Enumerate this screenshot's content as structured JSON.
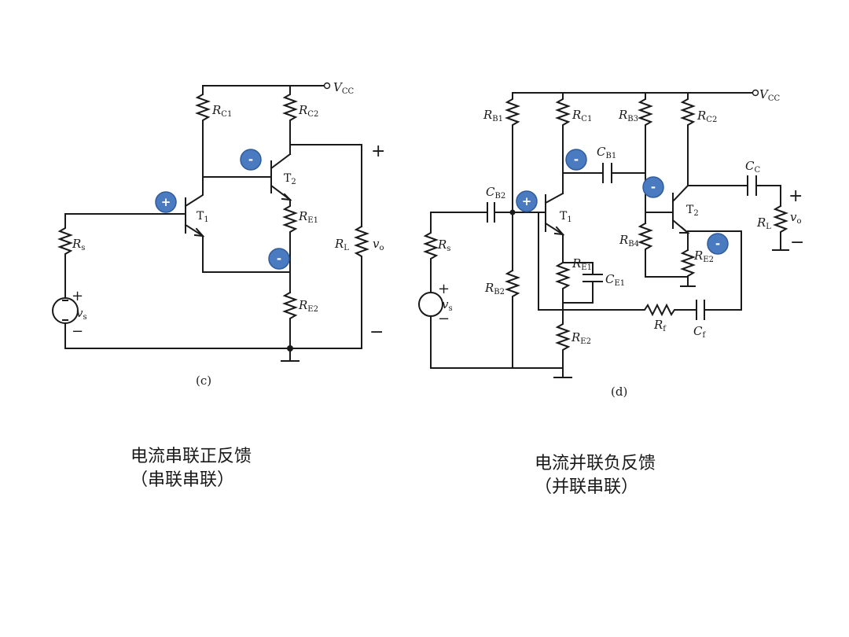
{
  "circuit_c": {
    "labels": {
      "vcc": "V",
      "vcc_sub": "CC",
      "rc1": "R",
      "rc1_sub": "C1",
      "rc2": "R",
      "rc2_sub": "C2",
      "t2": "T",
      "t2_sub": "2",
      "t1": "T",
      "t1_sub": "1",
      "re1": "R",
      "re1_sub": "E1",
      "re2": "R",
      "re2_sub": "E2",
      "rs": "R",
      "rs_sub": "s",
      "rl": "R",
      "rl_sub": "L",
      "vo": "v",
      "vo_sub": "o",
      "vs": "v",
      "vs_sub": "s",
      "plus_out": "+",
      "minus_out": "−",
      "plus_src": "+",
      "minus_src": "−",
      "fig": "(c)"
    },
    "markers": [
      "-",
      "+",
      "-"
    ],
    "caption_line1": "电流串联正反馈",
    "caption_line2": "（串联串联）"
  },
  "circuit_d": {
    "labels": {
      "vcc": "V",
      "vcc_sub": "CC",
      "rb1": "R",
      "rb1_sub": "B1",
      "rc1": "R",
      "rc1_sub": "C1",
      "rb3": "R",
      "rb3_sub": "B3",
      "rc2": "R",
      "rc2_sub": "C2",
      "cb2": "C",
      "cb2_sub": "B2",
      "cb1": "C",
      "cb1_sub": "B1",
      "cc": "C",
      "cc_sub": "C",
      "t1": "T",
      "t1_sub": "1",
      "t2": "T",
      "t2_sub": "2",
      "rs": "R",
      "rs_sub": "s",
      "rb2": "R",
      "rb2_sub": "B2",
      "re1": "R",
      "re1_sub": "E1",
      "ce1": "C",
      "ce1_sub": "E1",
      "rb4": "R",
      "rb4_sub": "B4",
      "re2": "R",
      "re2_sub": "E2",
      "rl": "R",
      "rl_sub": "L",
      "vo": "v",
      "vo_sub": "o",
      "vs": "v",
      "vs_sub": "s",
      "rf": "R",
      "rf_sub": "f",
      "cf": "C",
      "cf_sub": "f",
      "re3": "R",
      "re3_sub": "E2",
      "plus_out": "+",
      "minus_out": "−",
      "plus_src": "+",
      "minus_src": "−",
      "fig": "(d)"
    },
    "markers": [
      "-",
      "+",
      "-",
      "-"
    ],
    "caption_line1": "电流并联负反馈",
    "caption_line2": "（并联串联）"
  },
  "colors": {
    "marker_fill": "#4a7bc0",
    "marker_text": "#ffffff",
    "wire": "#1a1a1a"
  }
}
